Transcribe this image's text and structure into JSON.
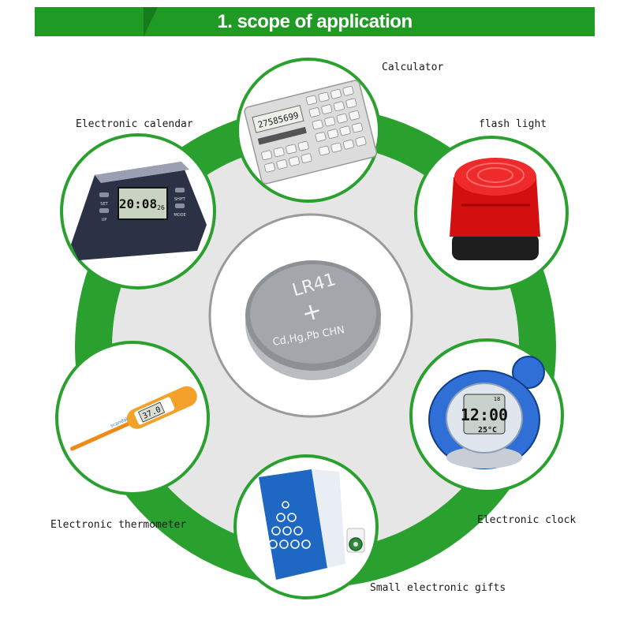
{
  "header": {
    "title": "1. scope of application"
  },
  "center": {
    "battery_line1": "LR41",
    "battery_line2": "+",
    "battery_line3": "Cd,Hg,Pb CHN"
  },
  "applications": [
    {
      "label": "Calculator"
    },
    {
      "label": "Electronic calendar"
    },
    {
      "label": "flash light"
    },
    {
      "label": "Electronic thermometer"
    },
    {
      "label": "Electronic clock"
    },
    {
      "label": "Small electronic gifts"
    }
  ],
  "devices": {
    "calculator_display": "27585699",
    "calendar_display": "20:08",
    "calendar_small": "26",
    "calendar_buttons": [
      "SET",
      "UP",
      "SHIFT",
      "MODE"
    ],
    "thermometer_display": "37.0",
    "thermometer_brand": "scandal",
    "clock_display": "12:00",
    "clock_temp": "25°C",
    "clock_top": "18"
  },
  "colors": {
    "brand_green": "#1f9a24",
    "ring_gray": "#e6e6e6"
  }
}
